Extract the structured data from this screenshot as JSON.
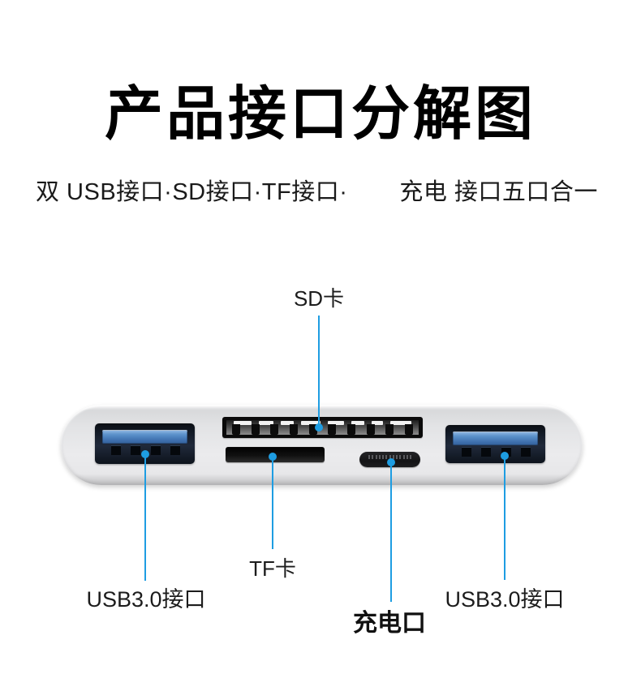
{
  "header": {
    "title": "产品接口分解图",
    "subtitle_left": "双 USB接口·SD接口·TF接口·",
    "subtitle_right": "充电 接口五口合一"
  },
  "callouts": {
    "sd_card": "SD卡",
    "tf_card": "TF卡",
    "usb_left": "USB3.0接口",
    "usb_right": "USB3.0接口",
    "charging": "充电口"
  },
  "device": {
    "ports": [
      "usb-a-3.0-port-left",
      "sd-card-slot",
      "tf-card-slot",
      "lightning-charging-port",
      "usb-a-3.0-port-right"
    ]
  },
  "colors": {
    "callout_blue": "#1e9de2",
    "usb_tongue_blue": "#4c84c0",
    "device_body_gray": "#e9e9eb",
    "title_black": "#000000"
  }
}
